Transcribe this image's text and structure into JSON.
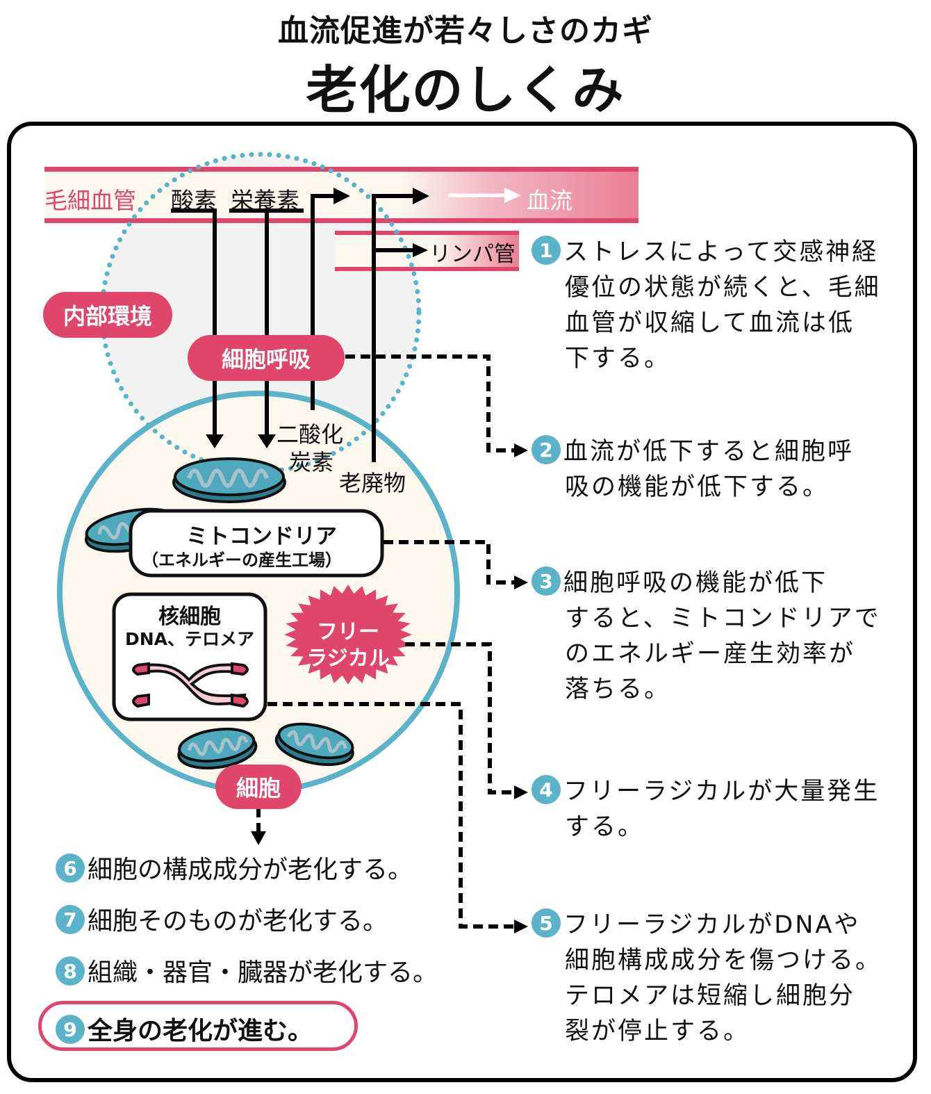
{
  "header": {
    "subtitle": "血流促進が若々しさのカギ",
    "title": "老化のしくみ"
  },
  "colors": {
    "accent_pink": "#e0466c",
    "teal": "#5ab3c8",
    "mito_fill": "#4fa9bd",
    "cream": "#fcf8ee",
    "gray_env": "#f2f2f2"
  },
  "diagram": {
    "capillary_label": "毛細血管",
    "oxygen_label": "酸素",
    "nutrient_label": "栄養素",
    "blood_flow_label": "血流",
    "lymph_label": "リンパ管",
    "internal_env_label": "内部環境",
    "cell_respiration_label": "細胞呼吸",
    "co2_label_line1": "二酸化",
    "co2_label_line2": "炭素",
    "waste_label": "老廃物",
    "mitochondria_label": "ミトコンドリア",
    "mitochondria_sub": "（エネルギーの産生工場）",
    "nucleus_label": "核細胞",
    "nucleus_sub": "DNA、テロメア",
    "free_radical_line1": "フリー",
    "free_radical_line2": "ラジカル",
    "cell_label": "細胞"
  },
  "steps": [
    {
      "num": "1",
      "lines": [
        "ストレスによって交感神経",
        "優位の状態が続くと、毛細",
        "血管が収縮して血流は低",
        "下する。"
      ]
    },
    {
      "num": "2",
      "lines": [
        "血流が低下すると細胞呼",
        "吸の機能が低下する。"
      ]
    },
    {
      "num": "3",
      "lines": [
        "細胞呼吸の機能が低下",
        "すると、ミトコンドリアで",
        "のエネルギー産生効率が",
        "落ちる。"
      ]
    },
    {
      "num": "4",
      "lines": [
        "フリーラジカルが大量発生",
        "する。"
      ]
    },
    {
      "num": "5",
      "lines": [
        "フリーラジカルがDNAや",
        "細胞構成成分を傷つける。",
        "テロメアは短縮し細胞分",
        "裂が停止する。"
      ]
    }
  ],
  "outcomes": [
    {
      "num": "6",
      "text": "細胞の構成成分が老化する。"
    },
    {
      "num": "7",
      "text": "細胞そのものが老化する。"
    },
    {
      "num": "8",
      "text": "組織・器官・臓器が老化する。"
    },
    {
      "num": "9",
      "text": "全身の老化が進む。"
    }
  ]
}
